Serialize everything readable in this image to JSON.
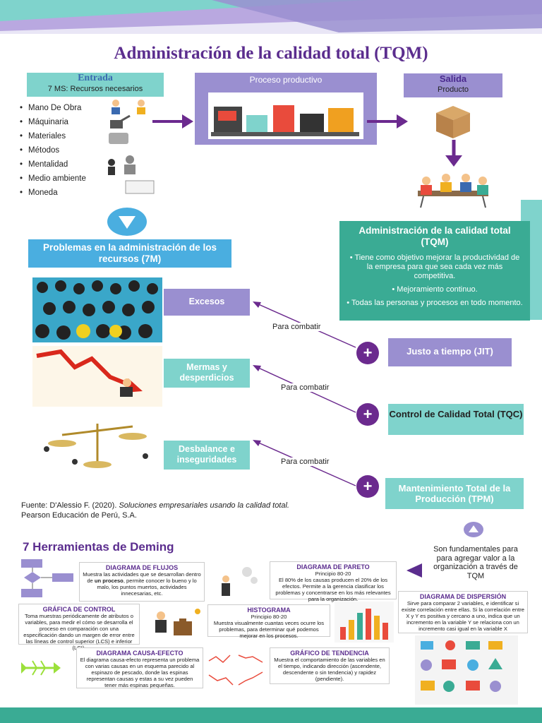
{
  "title": "Administración de la calidad total (TQM)",
  "entrada": {
    "title": "Entrada",
    "subtitle": "7 MS: Recursos necesarios",
    "items": [
      "Mano De Obra",
      "Máquinaria",
      "Materiales",
      "Métodos",
      "Mentalidad",
      "Medio ambiente",
      "Moneda"
    ]
  },
  "proceso": {
    "title": "Proceso productivo"
  },
  "salida": {
    "title": "Salida",
    "subtitle": "Producto"
  },
  "problemas": {
    "title": "Problemas en la administración de los recursos (7M)"
  },
  "tqm": {
    "title": "Administración de la calidad total (TQM)",
    "bullets": [
      "Tiene como objetivo mejorar la productividad de la empresa para que sea cada vez más competitiva.",
      "Mejoramiento continuo.",
      "Todas las personas y procesos en todo momento."
    ]
  },
  "problems": [
    {
      "label": "Excesos",
      "combat": "Para combatir",
      "solution": "Justo a tiempo (JIT)"
    },
    {
      "label": "Mermas y desperdicios",
      "combat": "Para combatir",
      "solution": "Control de Calidad Total (TQC)"
    },
    {
      "label": "Desbalance e inseguridades",
      "combat": "Para combatir",
      "solution": "Mantenimiento Total de la Producción (TPM)"
    }
  ],
  "plus_symbol": "+",
  "source": {
    "prefix": "Fuente: D'Alessio F. (2020). ",
    "italic": "Soluciones empresariales usando la calidad total.",
    "line2": "Pearson Educación de Perú, S.A."
  },
  "deming": {
    "title": "7 Herramientas de Deming",
    "side_note": "Son fundamentales para para agregar valor a la organización a través de TQM",
    "pareto_numbers": [
      "80",
      "20"
    ],
    "tools": {
      "flujos": {
        "title": "Diagrama de flujos",
        "text_a": "Muestra las actividades que se desarrollan dentro de ",
        "text_bold": "un proceso",
        "text_b": ", permite conocer lo bueno y lo malo, los puntos muertos, actividades innecesarias, etc."
      },
      "pareto": {
        "title": "Diagrama de Pareto",
        "sub": "Principio 80-20",
        "text": "El 80% de los causas producen el 20% de los efectos. Permite a la gerencia clasificar los problemas y concentrarse en los más relevantes para la organización."
      },
      "dispersion": {
        "title": "Diagrama de dispersión",
        "text": "Sirve para comparar 2 variables, e identificar si existe correlación entre ellas. Si la correlación entre X y Y es positiva y cercano a uno, indica que un incremento en la variable Y se relaciona con un incremento casi igual en la variable X"
      },
      "control": {
        "title": "Gráfica de control",
        "text": "Toma muestras periódicamente de atributos o variables, para medir el cómo se desarrolla el proceso en comparación con una especificación dando un margen de error entre las líneas de control superior (LCS) e inferior (LCI)."
      },
      "histograma": {
        "title": "Histograma",
        "sub": "Principio 80-20",
        "text": "Muestra visualmente cuantas veces ocurre los problemas, para determinar qué podemos mejorar en los procesos."
      },
      "causa": {
        "title": "Diagrama causa-efecto",
        "text": "El diagrama causa-efecto representa un problema con varias causas en un esquema parecido al espinazo de pescado, donde las espinas representan causas y estas a su vez pueden tener más espinas pequeñas."
      },
      "tendencia": {
        "title": "Gráfico de tendencia",
        "text": "Muestra el comportamiento de las variables en el tiempo, indicando dirección (ascendente, descendente o sin tendencia) y rapidez (pendiente)."
      }
    }
  },
  "colors": {
    "purple_dark": "#5b2d8e",
    "purple_mid": "#9a8fd0",
    "teal": "#7fd3cc",
    "teal_dark": "#3aab94",
    "sky": "#4aaee0"
  }
}
